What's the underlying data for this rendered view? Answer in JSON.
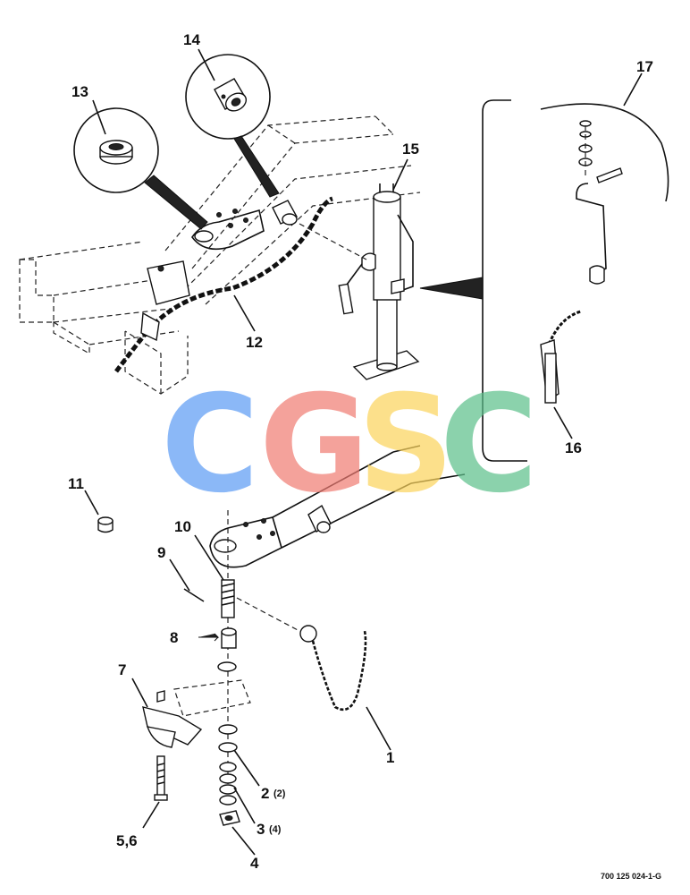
{
  "callouts": {
    "c1": "1",
    "c2": "2",
    "c2_qty": "(2)",
    "c3": "3",
    "c3_qty": "(4)",
    "c4": "4",
    "c56": "5,6",
    "c7": "7",
    "c8": "8",
    "c9": "9",
    "c10": "10",
    "c11": "11",
    "c12": "12",
    "c13": "13",
    "c14": "14",
    "c15": "15",
    "c16": "16",
    "c17": "17"
  },
  "drawing_code": "700 125 024-1-G",
  "watermark": {
    "letters": [
      "C",
      "G",
      "S",
      "C"
    ],
    "colors": [
      "#5b9bf5",
      "#f07b72",
      "#fcd45b",
      "#5bbf8a"
    ]
  }
}
